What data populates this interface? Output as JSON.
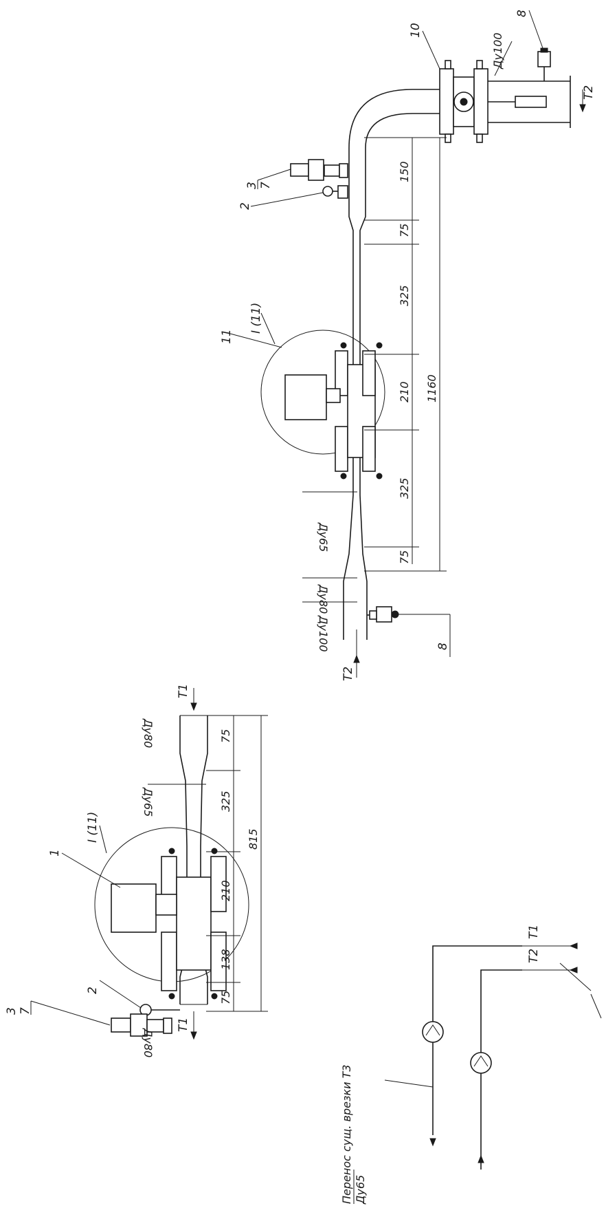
{
  "lower_assembly": {
    "flow_in": "T1",
    "flow_out": "T1",
    "dn_inlet": "Ду80",
    "dn_reduced": "Ду65",
    "dn_outlet": "Ду80",
    "dim_75_top": "75",
    "dim_325": "325",
    "dim_210": "210",
    "dim_138": "138",
    "dim_75_bottom": "75",
    "dim_overall": "815",
    "callout_detail": "I (11)",
    "callout_meter": "1",
    "callout_sensor": "2",
    "callout_valve": "3",
    "callout_valve_sub": "7"
  },
  "upper_assembly": {
    "flow_top": "T2",
    "flow_bottom": "T2",
    "dn_top": "Ду100",
    "dn_reduced": "Ду65",
    "dn_mid": "Ду80",
    "dn_bottom": "Ду100",
    "dim_150": "150",
    "dim_75_top": "75",
    "dim_325_top": "325",
    "dim_210": "210",
    "dim_325_bottom": "325",
    "dim_75_bottom": "75",
    "dim_overall": "1160",
    "callout_detail": "I (11)",
    "callout_meter": "11",
    "callout_sensor": "2",
    "callout_valve": "3",
    "callout_valve_sub": "7",
    "callout_flange": "10",
    "callout_drain_top": "8",
    "callout_drain_bottom": "8"
  },
  "schematic": {
    "line_t1": "T1",
    "line_t2": "T2",
    "note_line1": "Перенос сущ. врезки Т3",
    "note_line2": "Ду65"
  }
}
